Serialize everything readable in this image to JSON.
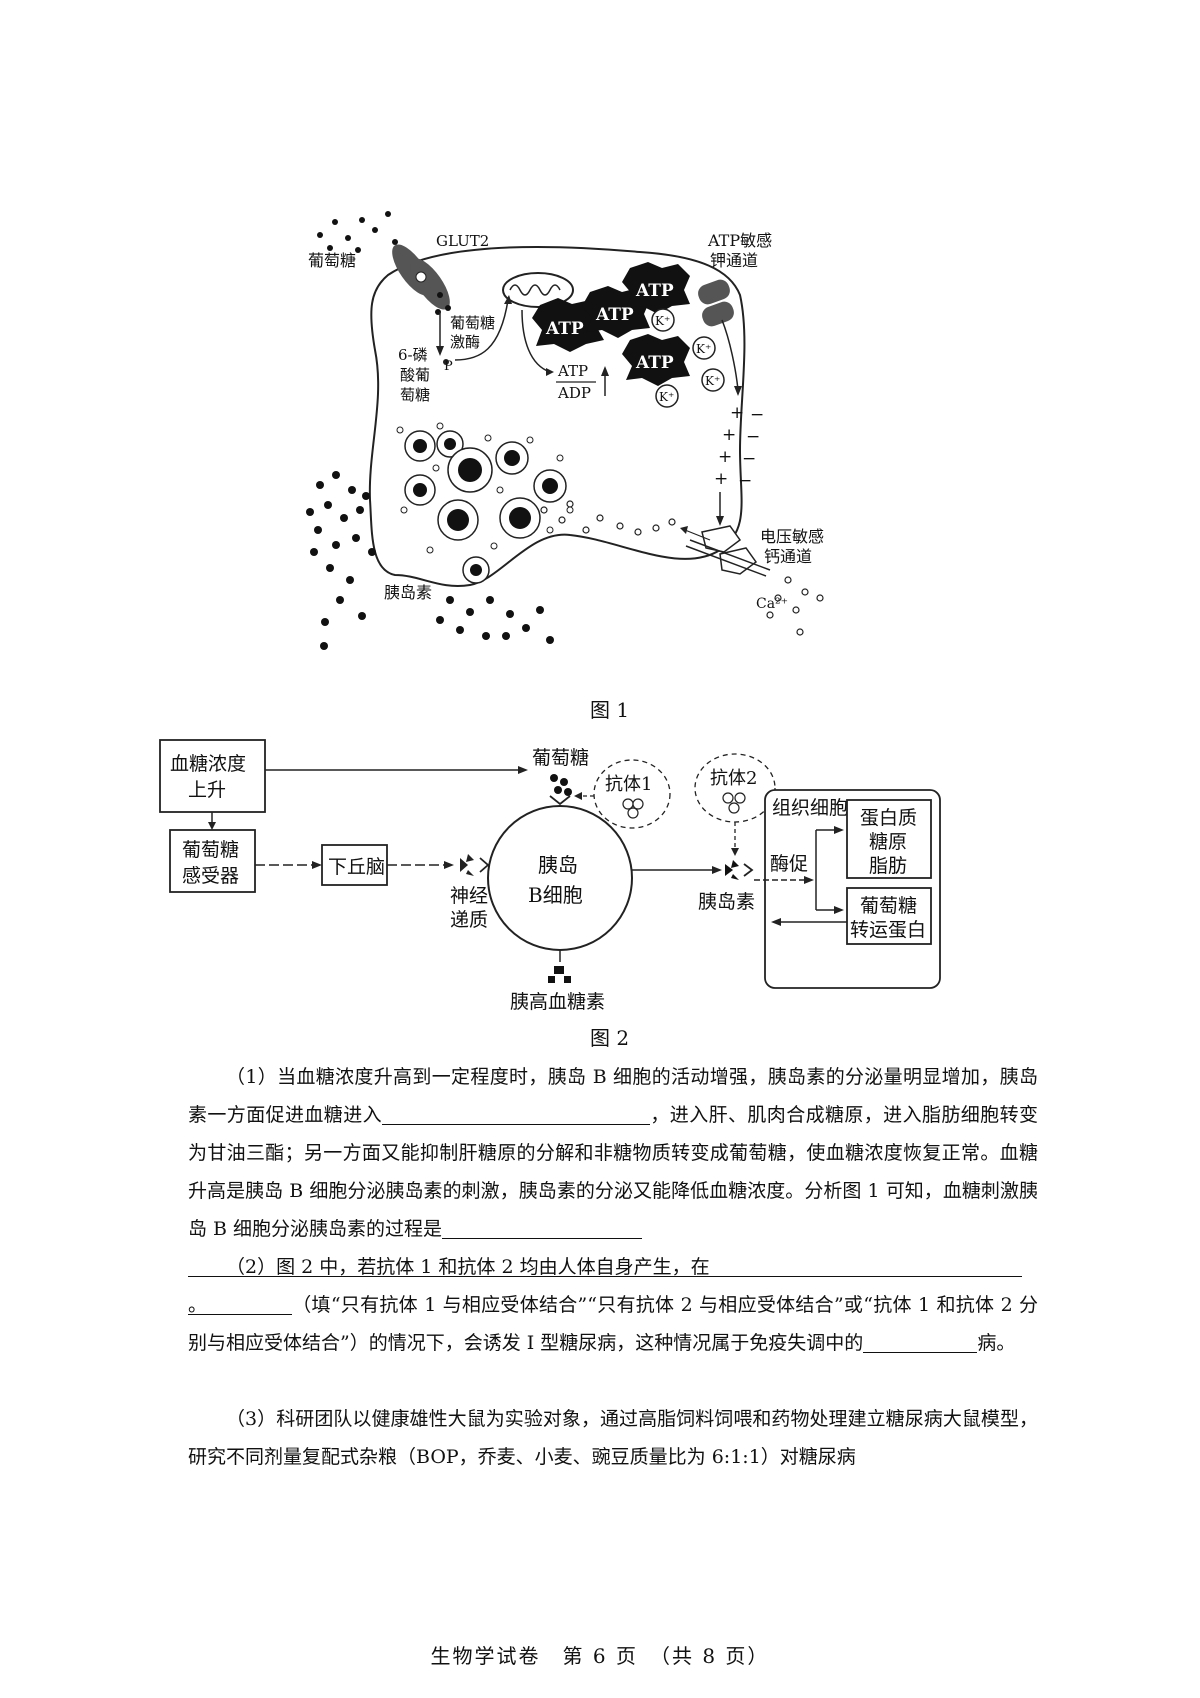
{
  "figure1": {
    "caption": "图 1",
    "labels": {
      "glucose": "葡萄糖",
      "glut2": "GLUT2",
      "atp_channel_1": "ATP敏感",
      "atp_channel_2": "钾通道",
      "glucokinase_1": "葡萄糖",
      "glucokinase_2": "激酶",
      "g6p_1": "6-磷",
      "g6p_2": "酸葡",
      "g6p_3": "萄糖",
      "p": "P",
      "atp": "ATP",
      "adp": "ADP",
      "k_ion": "K⁺",
      "ca_channel_1": "电压敏感",
      "ca_channel_2": "钙通道",
      "ca_ion": "Ca²⁺",
      "insulin": "胰岛素",
      "plus": "+",
      "minus": "−"
    }
  },
  "figure2": {
    "caption": "图 2",
    "labels": {
      "blood_sugar_1": "血糖浓度",
      "blood_sugar_2": "上升",
      "receptor_1": "葡萄糖",
      "receptor_2": "感受器",
      "hypothalamus": "下丘脑",
      "neurotransmitter_1": "神经",
      "neurotransmitter_2": "递质",
      "beta_cell_1": "胰岛",
      "beta_cell_2": "B细胞",
      "glucose": "葡萄糖",
      "antibody1": "抗体1",
      "antibody2": "抗体2",
      "glucagon": "胰高血糖素",
      "insulin": "胰岛素",
      "tissue_cell": "组织细胞",
      "enzyme": "酶促",
      "products_1": "蛋白质",
      "products_2": "糖原",
      "products_3": "脂肪",
      "transporter_1": "葡萄糖",
      "transporter_2": "转运蛋白"
    }
  },
  "questions": {
    "q1_a": "（1）当血糖浓度升高到一定程度时，胰岛 B 细胞的活动增强，胰岛素的分泌量明显增加，胰岛素一方面促进血糖进入",
    "q1_b": "，进入肝、肌肉合成糖原，进入脂肪细胞转变为甘油三酯；另一方面又能抑制肝糖原的分解和非糖物质转变成葡萄糖，使血糖浓度恢复正常。血糖升高是胰岛 B 细胞分泌胰岛素的刺激，胰岛素的分泌又能降低血糖浓度。分析图 1 可知，血糖刺激胰岛 B 细胞分泌胰岛素的过程是",
    "q1_end": "。",
    "q2_a": "（2）图 2 中，若抗体 1 和抗体 2 均由人体自身产生，在",
    "q2_b": "（填“只有抗体 1 与相应受体结合”“只有抗体 2 与相应受体结合”或“抗体 1 和抗体 2 分别与相应受体结合”）的情况下，会诱发 I 型糖尿病，这种情况属于免疫失调中的",
    "q2_c": "病。",
    "q3": "（3）科研团队以健康雄性大鼠为实验对象，通过高脂饲料饲喂和药物处理建立糖尿病大鼠模型，研究不同剂量复配式杂粮（BOP，乔麦、小麦、豌豆质量比为 6:1:1）对糖尿病"
  },
  "footer": "生物学试卷　第 6 页　（共 8 页）"
}
